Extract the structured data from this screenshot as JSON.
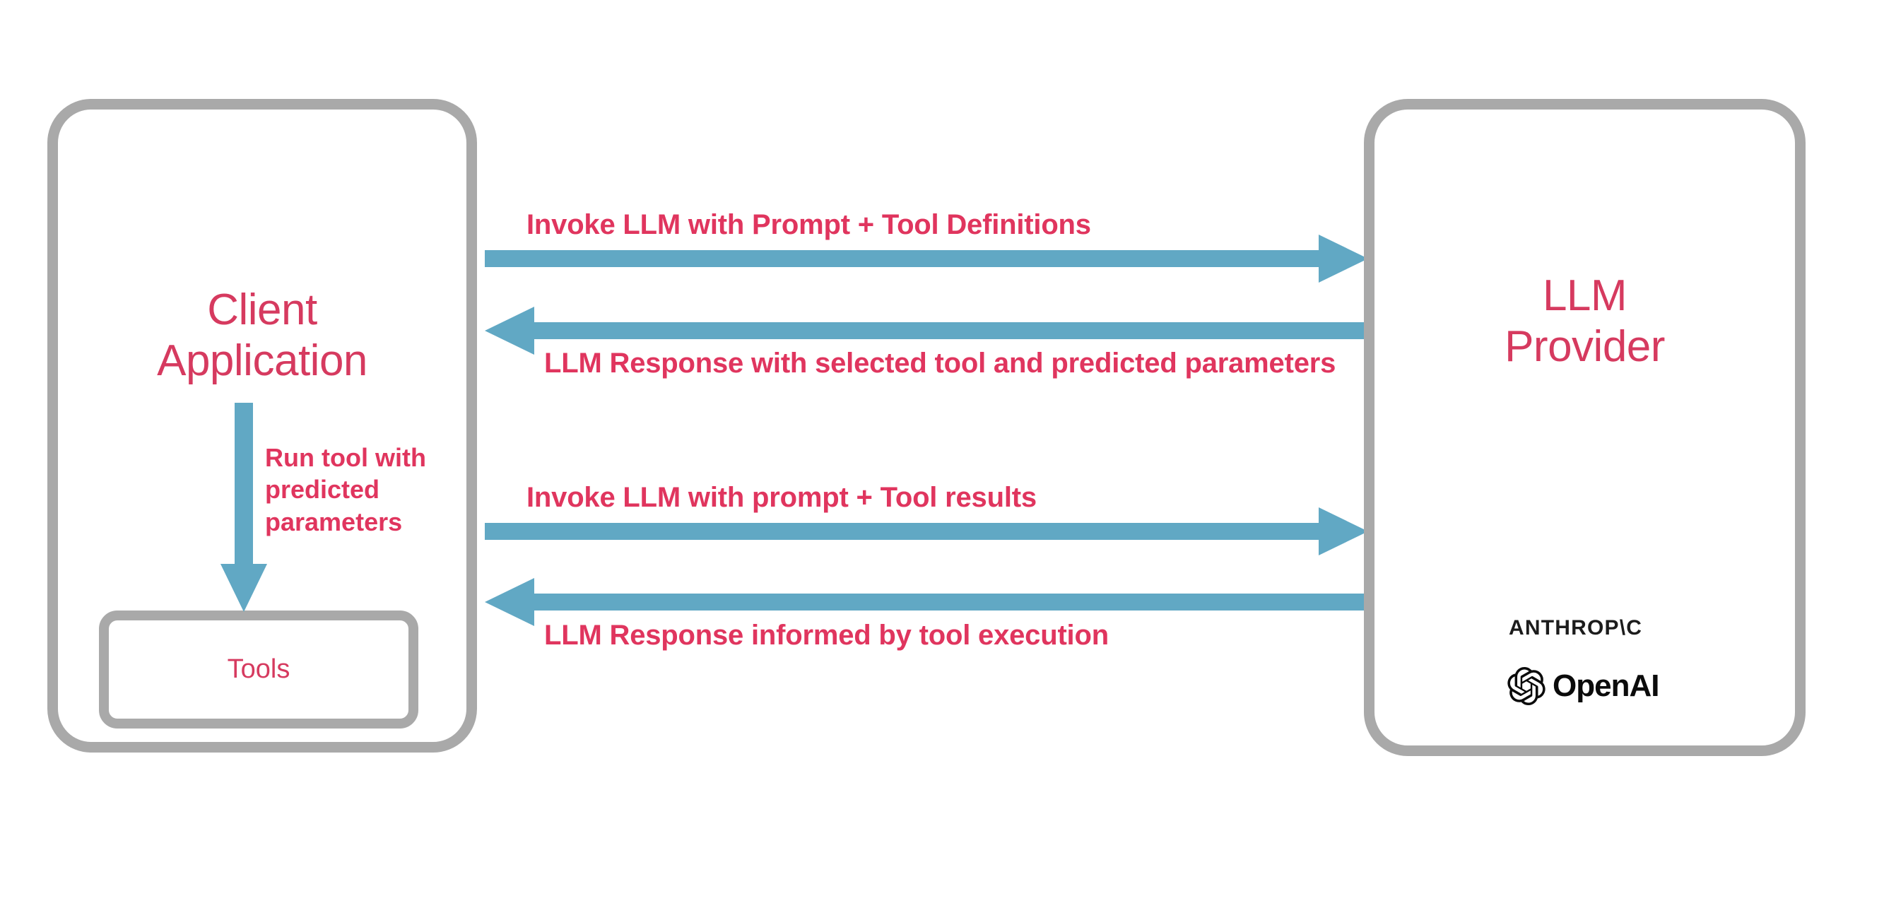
{
  "diagram": {
    "title": "LLM Tool Calling Sequence",
    "colors": {
      "accent_text": "#e0355e",
      "node_title": "#d63a5f",
      "box_border": "#a9a9a9",
      "arrow": "#61a8c4",
      "logo": "#0b0b0b",
      "background": "#ffffff"
    },
    "nodes": {
      "client": {
        "title_line1": "Client",
        "title_line2": "Application",
        "inner": {
          "tools_label": "Tools"
        }
      },
      "provider": {
        "title_line1": "LLM",
        "title_line2": "Provider",
        "logos": [
          {
            "name": "anthropic-logo",
            "text": "ANTHROP\\C"
          },
          {
            "name": "openai-logo",
            "text": "OpenAI"
          }
        ]
      }
    },
    "flows": [
      {
        "id": "invoke-definitions",
        "label": "Invoke LLM with Prompt + Tool Definitions",
        "direction": "client-to-provider"
      },
      {
        "id": "llm-response-tool",
        "label": "LLM Response with selected tool and predicted parameters",
        "direction": "provider-to-client"
      },
      {
        "id": "invoke-results",
        "label": "Invoke LLM with prompt + Tool results",
        "direction": "client-to-provider"
      },
      {
        "id": "llm-response-informed",
        "label": "LLM Response informed by tool execution",
        "direction": "provider-to-client"
      },
      {
        "id": "run-tool",
        "label": "Run tool with predicted parameters",
        "direction": "application-to-tools"
      }
    ]
  }
}
